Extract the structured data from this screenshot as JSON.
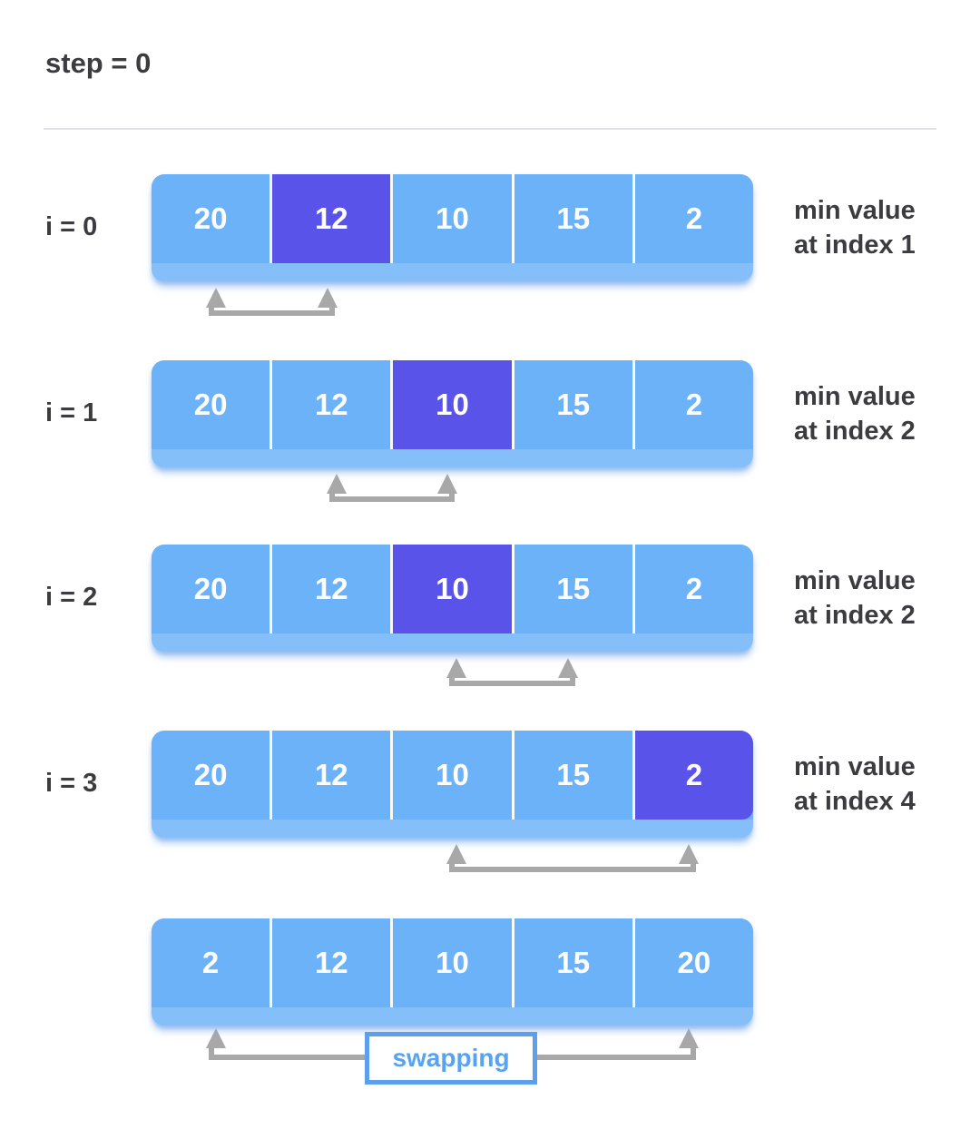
{
  "title": "step = 0",
  "rows": [
    {
      "label": "i = 0",
      "values": [
        "20",
        "12",
        "10",
        "15",
        "2"
      ],
      "highlight_index": 1,
      "arrow_from_index": 0,
      "arrow_to_index": 1,
      "annotation": [
        "min value",
        "at index 1"
      ]
    },
    {
      "label": "i = 1",
      "values": [
        "20",
        "12",
        "10",
        "15",
        "2"
      ],
      "highlight_index": 2,
      "arrow_from_index": 1,
      "arrow_to_index": 2,
      "annotation": [
        "min value",
        "at index 2"
      ]
    },
    {
      "label": "i = 2",
      "values": [
        "20",
        "12",
        "10",
        "15",
        "2"
      ],
      "highlight_index": 2,
      "arrow_from_index": 2,
      "arrow_to_index": 3,
      "annotation": [
        "min value",
        "at index 2"
      ]
    },
    {
      "label": "i = 3",
      "values": [
        "20",
        "12",
        "10",
        "15",
        "2"
      ],
      "highlight_index": 4,
      "arrow_from_index": 2,
      "arrow_to_index": 4,
      "annotation": [
        "min value",
        "at index 4"
      ]
    },
    {
      "label": "",
      "values": [
        "2",
        "12",
        "10",
        "15",
        "20"
      ],
      "highlight_index": null,
      "arrow_from_index": 0,
      "arrow_to_index": 4,
      "annotation": []
    }
  ],
  "swap_label": "swapping",
  "colors": {
    "cell_blue": "#6cb2f8",
    "highlight_purple": "#5953e9",
    "arrow_gray": "#a8a8a8",
    "text_dark": "#3b3b40",
    "swap_border_blue": "#5b9fed",
    "swap_text_blue": "#57a3f2",
    "cell_text": "#ffffff",
    "background": "#ffffff",
    "rule_gray": "#e2e2e6"
  }
}
